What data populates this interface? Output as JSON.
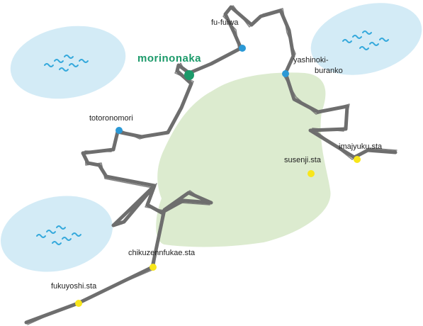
{
  "map": {
    "colors": {
      "route": "#6e6e6e",
      "water": "#d3ebf6",
      "water_wave": "#35a9dc",
      "area": "#dcebcf",
      "current_location": "#1c9a6a",
      "spot": "#2b99d6",
      "station": "#f8e61a"
    },
    "current_location": {
      "label": "morinonaka",
      "icon": "location-dot-icon"
    },
    "spots": [
      {
        "label": "fu-fuiwa",
        "icon": "spot-dot-icon"
      },
      {
        "label": "yashinoki-",
        "label2": "buranko",
        "icon": "spot-dot-icon"
      },
      {
        "label": "totoronomori",
        "icon": "spot-dot-icon"
      }
    ],
    "stations": [
      {
        "label": "imajyuku.sta",
        "icon": "station-dot-icon"
      },
      {
        "label": "susenji.sta",
        "icon": "station-dot-icon"
      },
      {
        "label": "chikuzennfukae.sta",
        "icon": "station-dot-icon"
      },
      {
        "label": "fukuyoshi.sta",
        "icon": "station-dot-icon"
      }
    ],
    "water_areas": [
      "wave-icon",
      "wave-icon",
      "wave-icon"
    ]
  }
}
